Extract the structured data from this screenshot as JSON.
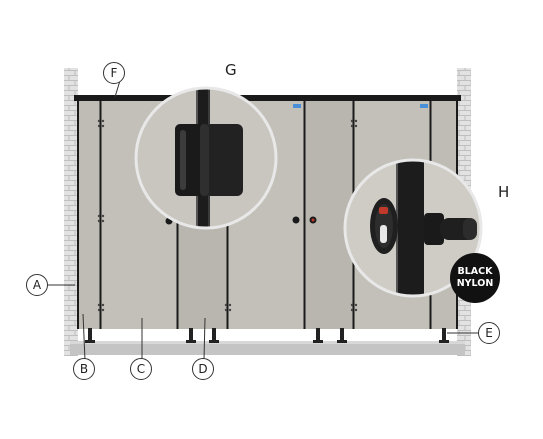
{
  "labels": {
    "A": "A",
    "B": "B",
    "C": "C",
    "D": "D",
    "E": "E",
    "F": "F",
    "G": "G",
    "H": "H"
  },
  "badge": {
    "line1": "BLACK",
    "line2": "NYLON"
  },
  "colors": {
    "panel": "#bdbab3",
    "panel_dark": "#a9a69f",
    "frame": "#1a1a1a",
    "brick": "#d4d4d4",
    "floor": "#c8c8c8",
    "accent_red": "#c0392b"
  }
}
